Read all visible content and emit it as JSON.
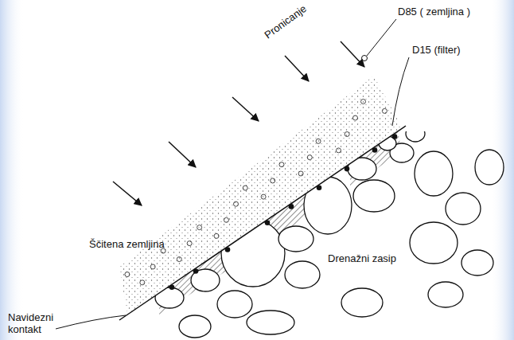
{
  "diagram": {
    "labels": [
      "Pronicanje",
      "D85 ( zemljina )",
      "D15 (filter)",
      "Ščitena zemljina",
      "Navidezni kontakt",
      "Drenažni zasip"
    ]
  }
}
